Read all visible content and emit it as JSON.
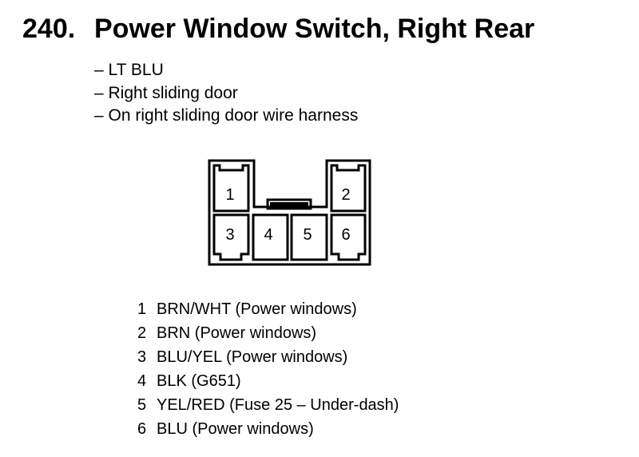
{
  "title": {
    "number": "240.",
    "text": "Power Window Switch, Right Rear"
  },
  "notes": [
    "– LT BLU",
    "– Right sliding door",
    "– On right sliding door wire harness"
  ],
  "connector": {
    "cavities": [
      "1",
      "2",
      "3",
      "4",
      "5",
      "6"
    ]
  },
  "pins": [
    {
      "num": "1",
      "desc": "BRN/WHT (Power windows)"
    },
    {
      "num": "2",
      "desc": "BRN (Power windows)"
    },
    {
      "num": "3",
      "desc": "BLU/YEL (Power windows)"
    },
    {
      "num": "4",
      "desc": "BLK (G651)"
    },
    {
      "num": "5",
      "desc": "YEL/RED (Fuse 25 – Under-dash)"
    },
    {
      "num": "6",
      "desc": "BLU (Power windows)"
    }
  ]
}
